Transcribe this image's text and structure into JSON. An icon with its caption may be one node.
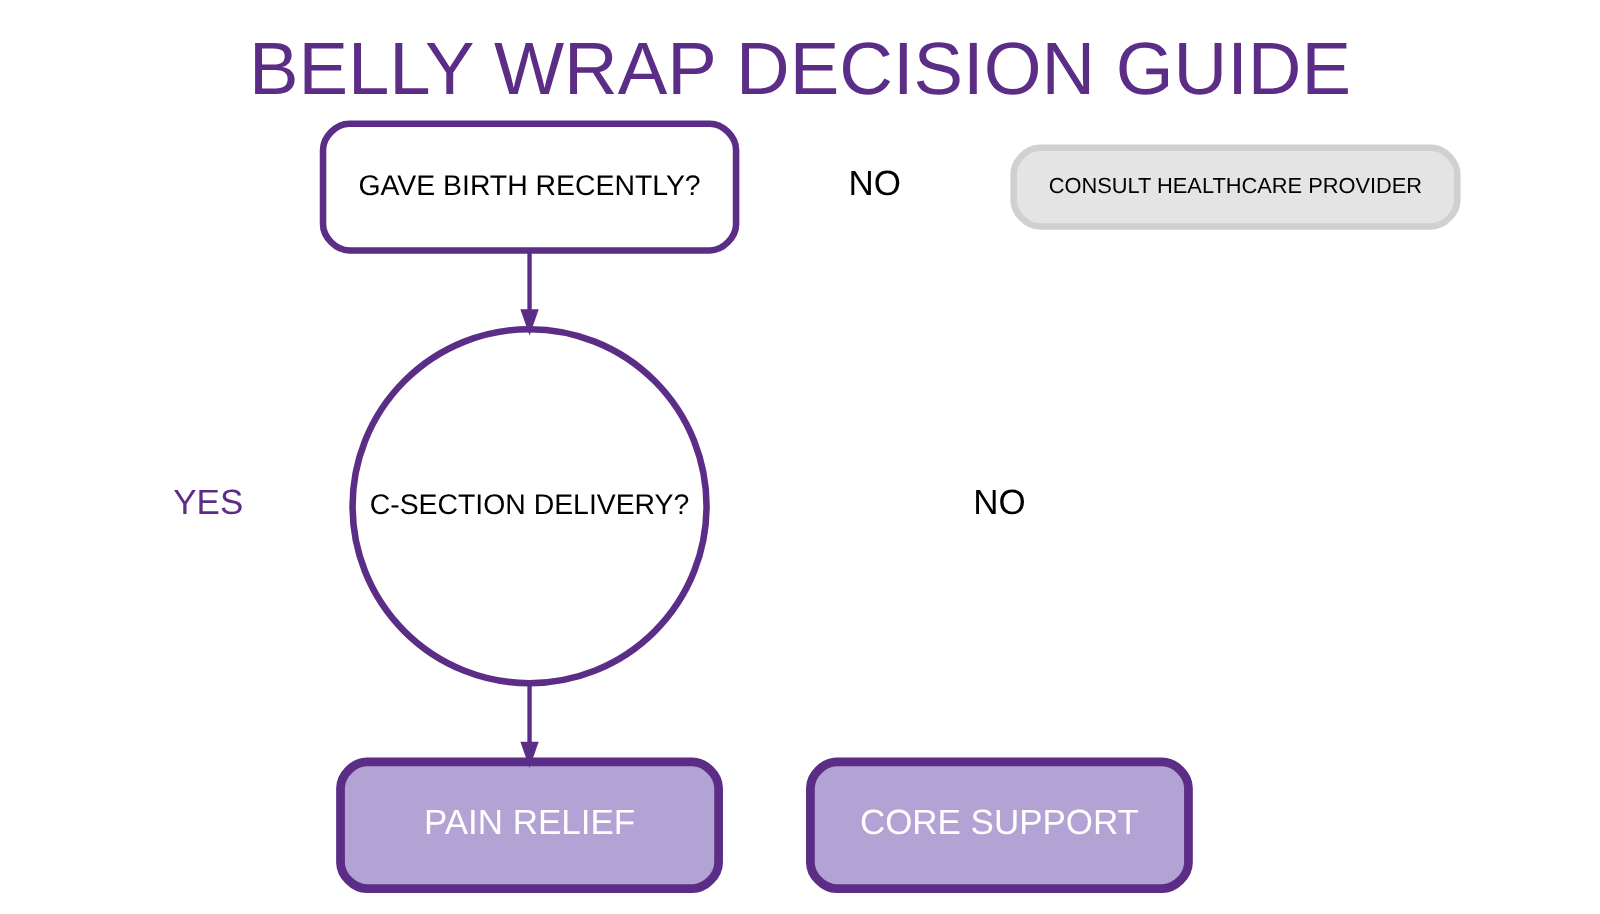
{
  "diagram": {
    "title": "BELLY WRAP DECISION GUIDE",
    "nodes": [
      {
        "text": [
          "GAVE BIRTH RECENTLY?"
        ]
      },
      {
        "text": [
          "CONSULT HEALTHCARE PROVIDER"
        ]
      },
      {
        "text": [
          "C-SECTION DELIVERY?"
        ]
      },
      {
        "text": [
          "PAIN RELIEF"
        ]
      },
      {
        "text": [
          "CORE SUPPORT"
        ]
      }
    ],
    "edges": [
      {
        "from": 0,
        "to": 2,
        "arrow": "to"
      },
      {
        "from": 2,
        "to": 3,
        "arrow": "to"
      }
    ],
    "labels": [
      "NO",
      "YES",
      "NO"
    ]
  }
}
